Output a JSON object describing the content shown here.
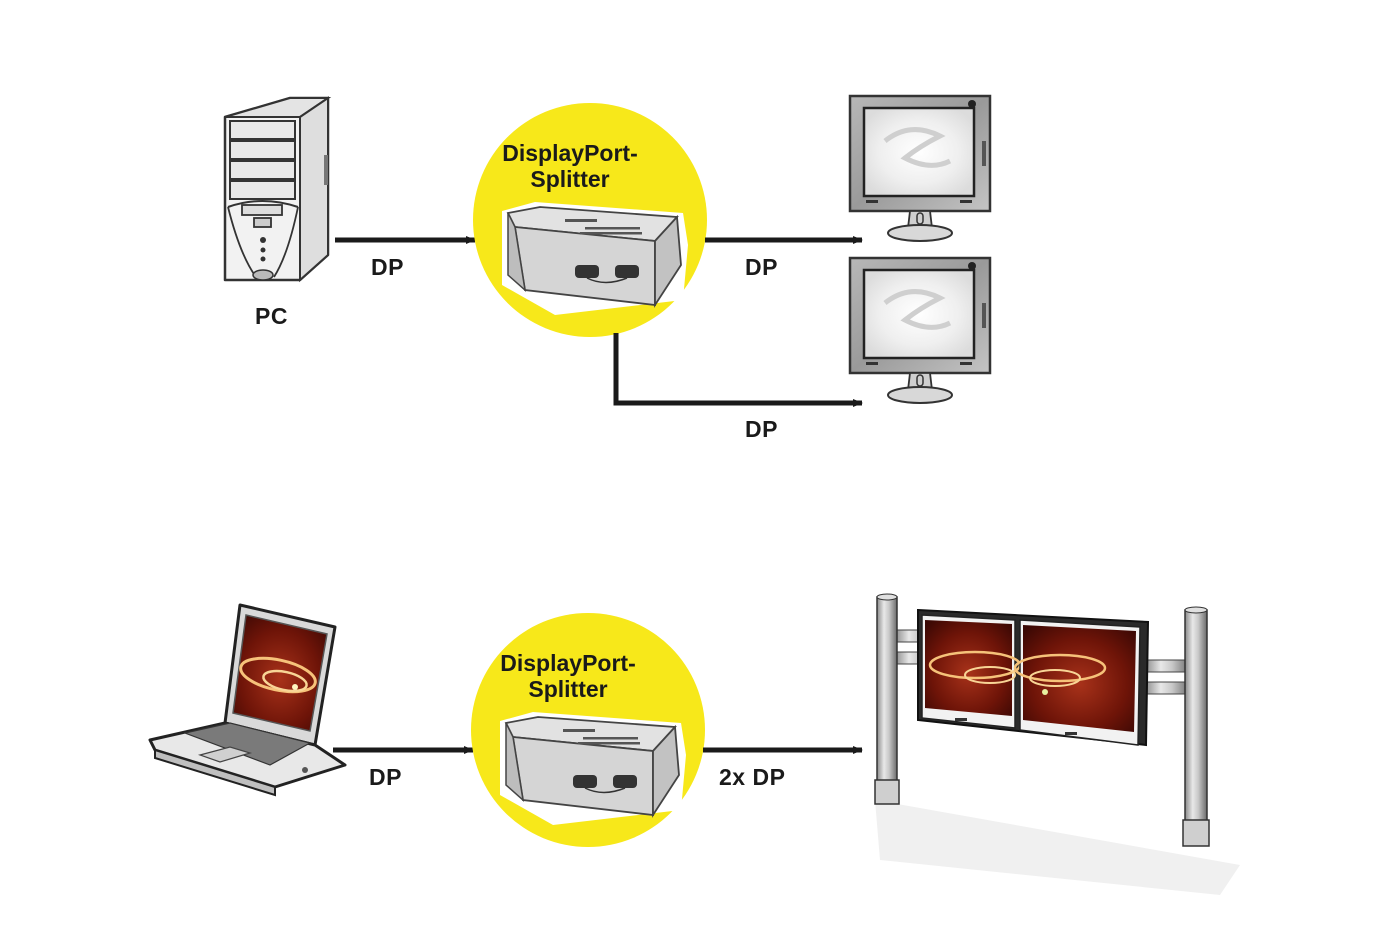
{
  "diagram": {
    "colors": {
      "splitter_circle": "#f7e81a",
      "arrow": "#1a1a1a",
      "screen_red": "#8a1a0a"
    },
    "scenario_top": {
      "source": {
        "label": "PC",
        "icon": "pc-tower-icon"
      },
      "splitter": {
        "title_line1": "DisplayPort-",
        "title_line2": "Splitter",
        "icon": "splitter-box-icon"
      },
      "input_link": {
        "label": "DP"
      },
      "output_links": [
        {
          "label": "DP",
          "target": "monitor-1"
        },
        {
          "label": "DP",
          "target": "monitor-2"
        }
      ],
      "targets": [
        {
          "icon": "monitor-icon"
        },
        {
          "icon": "monitor-icon"
        }
      ]
    },
    "scenario_bottom": {
      "source": {
        "icon": "laptop-icon"
      },
      "splitter": {
        "title_line1": "DisplayPort-",
        "title_line2": "Splitter",
        "icon": "splitter-box-icon"
      },
      "input_link": {
        "label": "DP"
      },
      "output_link": {
        "label": "2x DP"
      },
      "target": {
        "icon": "dual-display-stand-icon"
      }
    }
  }
}
